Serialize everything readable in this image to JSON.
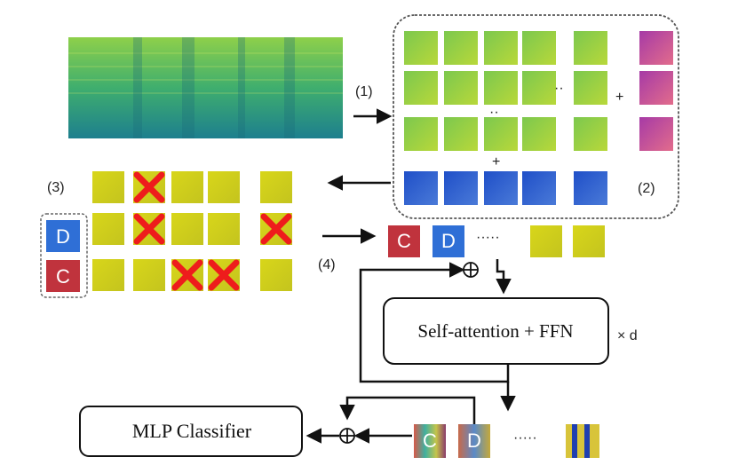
{
  "labels": {
    "step1": "(1)",
    "step2": "(2)",
    "step3": "(3)",
    "step4": "(4)",
    "plus": "+",
    "times_d": "× d",
    "dots": "·····",
    "colon_dots": "··"
  },
  "tokens": {
    "cls": "C",
    "dist": "D"
  },
  "blocks": {
    "encoder": "Self-attention + FFN",
    "classifier": "MLP Classifier"
  },
  "colors": {
    "spectrogram_green": "#5cbf6a",
    "spectrogram_teal": "#2a9a8a",
    "patch_yellow": "#d6d41a",
    "pos_magenta": "#c0449a",
    "pos_blue": "#2a5fd0",
    "mask_red": "#ee1c1c",
    "cls_red": "#c0333d",
    "dist_blue": "#2f6fd6"
  },
  "icons": [
    "arrow-icon",
    "plus-circle-icon",
    "mask-cross-icon"
  ]
}
